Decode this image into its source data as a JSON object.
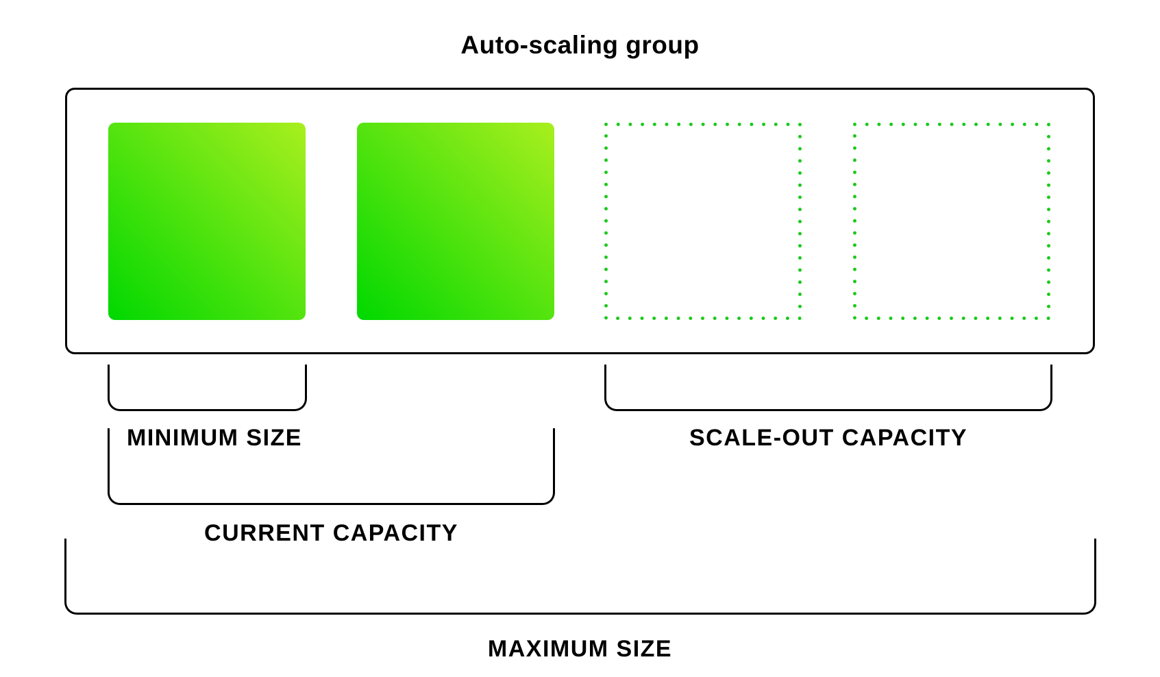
{
  "title": "Auto-scaling group",
  "group": {
    "instances": [
      {
        "state": "running"
      },
      {
        "state": "running"
      },
      {
        "state": "scale-out-placeholder"
      },
      {
        "state": "scale-out-placeholder"
      }
    ]
  },
  "labels": {
    "minimum_size": "MINIMUM SIZE",
    "scale_out_capacity": "SCALE-OUT CAPACITY",
    "current_capacity": "CURRENT CAPACITY",
    "maximum_size": "MAXIMUM SIZE"
  },
  "colors": {
    "line": "#000000",
    "background": "#ffffff",
    "instance_gradient_start": "#00d800",
    "instance_gradient_end": "#a9ef1e",
    "dotted_border": "#1cc91c"
  }
}
